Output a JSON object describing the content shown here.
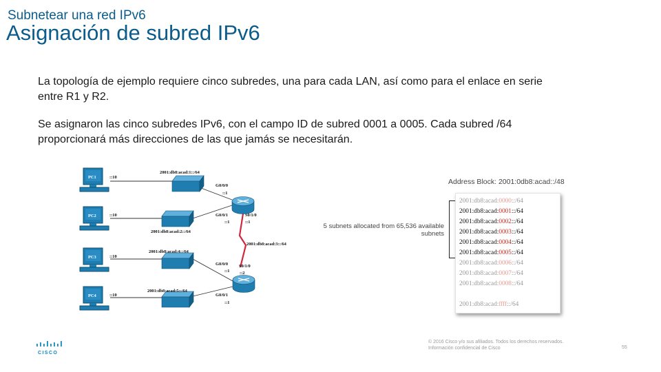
{
  "header": {
    "subtitle": "Subnetear una red IPv6",
    "title": "Asignación de subred IPv6"
  },
  "body": {
    "paragraph1": "La topología de ejemplo requiere cinco subredes, una para cada LAN, así como para el enlace en serie entre R1 y R2.",
    "paragraph2": "Se asignaron las cinco subredes IPv6, con el campo ID de subred 0001 a 0005. Cada subred /64 proporcionará más direcciones de las que jamás se necesitarán."
  },
  "topology": {
    "pcs": [
      "PC1",
      "PC2",
      "PC3",
      "PC4"
    ],
    "host_ids": [
      "::10",
      "::10",
      "::10",
      "::10"
    ],
    "networks": [
      "2001:db8:acad:1::/64",
      "2001:db8:acad:2::/64",
      "2001:db8:acad:4::/64",
      "2001:db8:acad:5::/64",
      "2001:db8:acad:3::/64"
    ],
    "interfaces": [
      "G0/0/0",
      "G0/0/1",
      "S0/1/0",
      "G0/0/0",
      "G0/0/1",
      "S0/1/0"
    ],
    "interface_ids": [
      "::1",
      "::1",
      "::1",
      "::1",
      "::1",
      "::2"
    ]
  },
  "address_block": {
    "title": "Address Block: 2001:0db8:acad::/48",
    "allocated_note": "5 subnets allocated from 65,536 available subnets",
    "rows": [
      {
        "prefix": "2001:db8:acad:",
        "subnet": "0000",
        "suffix": "::/64",
        "active": false
      },
      {
        "prefix": "2001:db8:acad:",
        "subnet": "0001",
        "suffix": "::/64",
        "active": true
      },
      {
        "prefix": "2001:db8:acad:",
        "subnet": "0002",
        "suffix": "::/64",
        "active": true
      },
      {
        "prefix": "2001:db8:acad:",
        "subnet": "0003",
        "suffix": "::/64",
        "active": true
      },
      {
        "prefix": "2001:db8:acad:",
        "subnet": "0004",
        "suffix": "::/64",
        "active": true
      },
      {
        "prefix": "2001:db8:acad:",
        "subnet": "0005",
        "suffix": "::/64",
        "active": true
      },
      {
        "prefix": "2001:db8:acad:",
        "subnet": "0006",
        "suffix": "::/64",
        "active": false
      },
      {
        "prefix": "2001:db8:acad:",
        "subnet": "0007",
        "suffix": "::/64",
        "active": false
      },
      {
        "prefix": "2001:db8:acad:",
        "subnet": "0008",
        "suffix": "::/64",
        "active": false
      },
      {
        "prefix": "2001:db8:acad:",
        "subnet": "ffff",
        "suffix": "::/64",
        "active": false
      }
    ]
  },
  "footer": {
    "logo_text": "CISCO",
    "copyright_line1": "© 2016 Cisco y/o sus afiliados. Todos los derechos reservados.",
    "copyright_line2": "Información confidencial de Cisco",
    "page_number": "55"
  },
  "colors": {
    "title": "#0b5c8a",
    "device": "#1f7db0",
    "serial_link": "#d0273b",
    "subnet_highlight": "#c42a1e",
    "logo": "#0b8bc9"
  }
}
